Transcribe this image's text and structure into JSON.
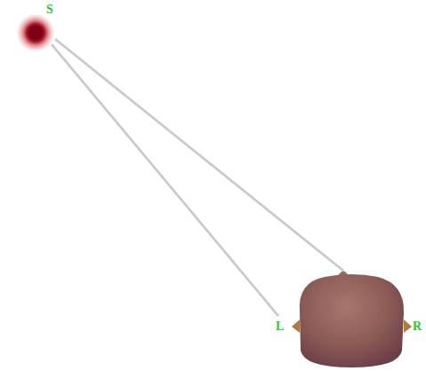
{
  "diagram": {
    "labels": [
      "S",
      "L",
      "R"
    ]
  }
}
